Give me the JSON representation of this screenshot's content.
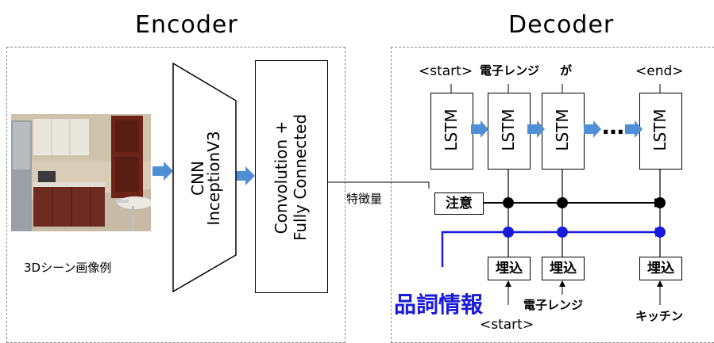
{
  "encoder": {
    "title": "Encoder",
    "image_caption": "3Dシーン画像例",
    "cnn": {
      "line1": "CNN",
      "line2": "InceptionV3"
    },
    "conv": {
      "line1": "Convolution +",
      "line2": "Fully Connected"
    },
    "feature_label": "特徴量"
  },
  "decoder": {
    "title": "Decoder",
    "outputs": [
      "<start>",
      "電子レンジ",
      "が",
      "<end>"
    ],
    "lstm_label": "LSTM",
    "ellipsis": "…",
    "attention_label": "注意",
    "embed_label": "埋込",
    "pos_info_label": "品詞情報",
    "inputs": [
      "<start>",
      "電子レンジ",
      "キッチン"
    ]
  },
  "colors": {
    "arrow_fill": "#4f8fd6",
    "pos_line": "#1a1adb",
    "node_black": "#000000"
  }
}
